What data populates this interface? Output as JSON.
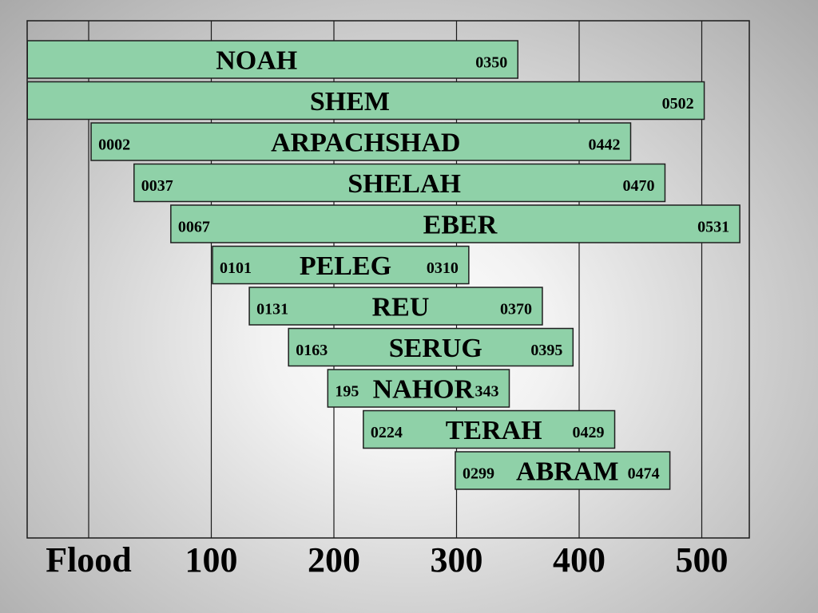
{
  "chart_data": {
    "type": "bar",
    "orientation": "horizontal-timeline",
    "x_ticks": [
      {
        "value": 0,
        "label": "Flood"
      },
      {
        "value": 100,
        "label": "100"
      },
      {
        "value": 200,
        "label": "200"
      },
      {
        "value": 300,
        "label": "300"
      },
      {
        "value": 400,
        "label": "400"
      },
      {
        "value": 500,
        "label": "500"
      }
    ],
    "xlim": [
      -50,
      540
    ],
    "grid": true,
    "bar_color": "#8fd1a8",
    "bars": [
      {
        "name": "NOAH",
        "start": -50,
        "end": 350,
        "start_label": "",
        "end_label": "0350"
      },
      {
        "name": "SHEM",
        "start": -50,
        "end": 502,
        "start_label": "",
        "end_label": "0502"
      },
      {
        "name": "ARPACHSHAD",
        "start": 2,
        "end": 442,
        "start_label": "0002",
        "end_label": "0442"
      },
      {
        "name": "SHELAH",
        "start": 37,
        "end": 470,
        "start_label": "0037",
        "end_label": "0470"
      },
      {
        "name": "EBER",
        "start": 67,
        "end": 531,
        "start_label": "0067",
        "end_label": "0531"
      },
      {
        "name": "PELEG",
        "start": 101,
        "end": 310,
        "start_label": "0101",
        "end_label": "0310"
      },
      {
        "name": "REU",
        "start": 131,
        "end": 370,
        "start_label": "0131",
        "end_label": "0370"
      },
      {
        "name": "SERUG",
        "start": 163,
        "end": 395,
        "start_label": "0163",
        "end_label": "0395"
      },
      {
        "name": "NAHOR",
        "start": 195,
        "end": 343,
        "start_label": "195",
        "end_label": "343"
      },
      {
        "name": "TERAH",
        "start": 224,
        "end": 429,
        "start_label": "0224",
        "end_label": "0429"
      },
      {
        "name": "ABRAM",
        "start": 299,
        "end": 474,
        "start_label": "0299",
        "end_label": "0474"
      }
    ]
  }
}
